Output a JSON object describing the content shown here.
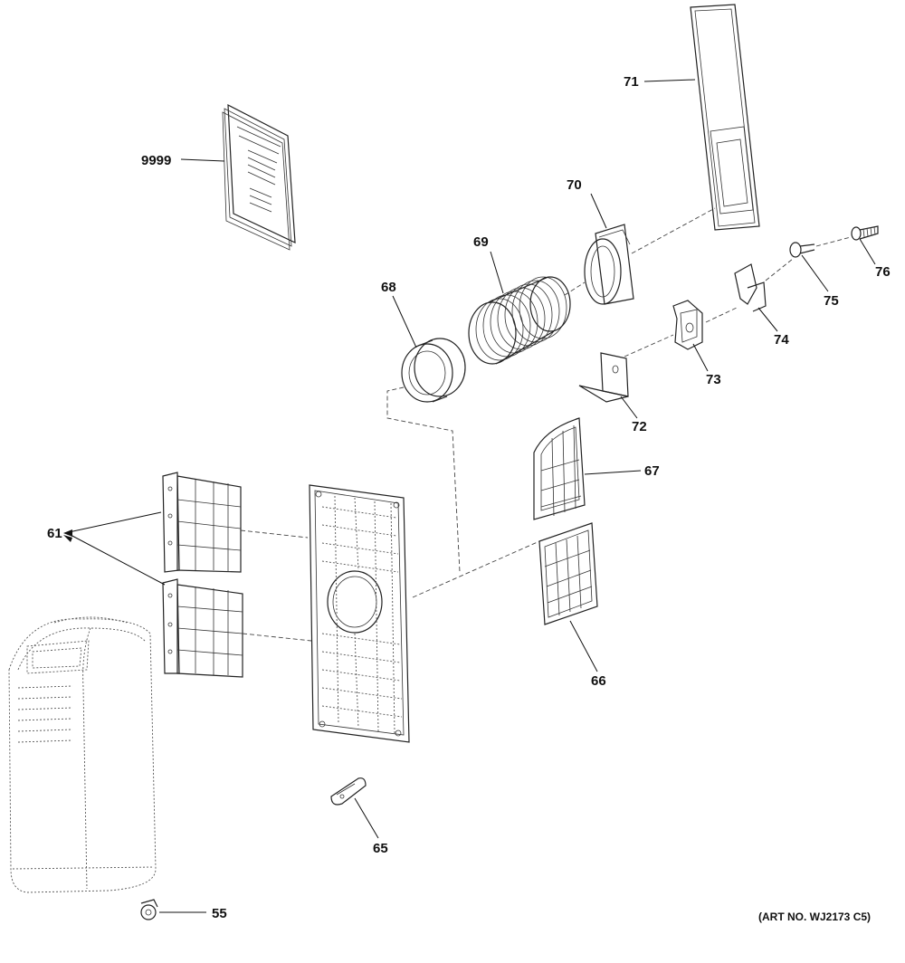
{
  "diagram": {
    "callouts": {
      "c9999": "9999",
      "c71": "71",
      "c70": "70",
      "c69": "69",
      "c68": "68",
      "c76": "76",
      "c75": "75",
      "c74": "74",
      "c73": "73",
      "c72": "72",
      "c67": "67",
      "c66": "66",
      "c61": "61",
      "c65": "65",
      "c55": "55"
    },
    "art_number": "(ART NO. WJ2173 C5)"
  }
}
